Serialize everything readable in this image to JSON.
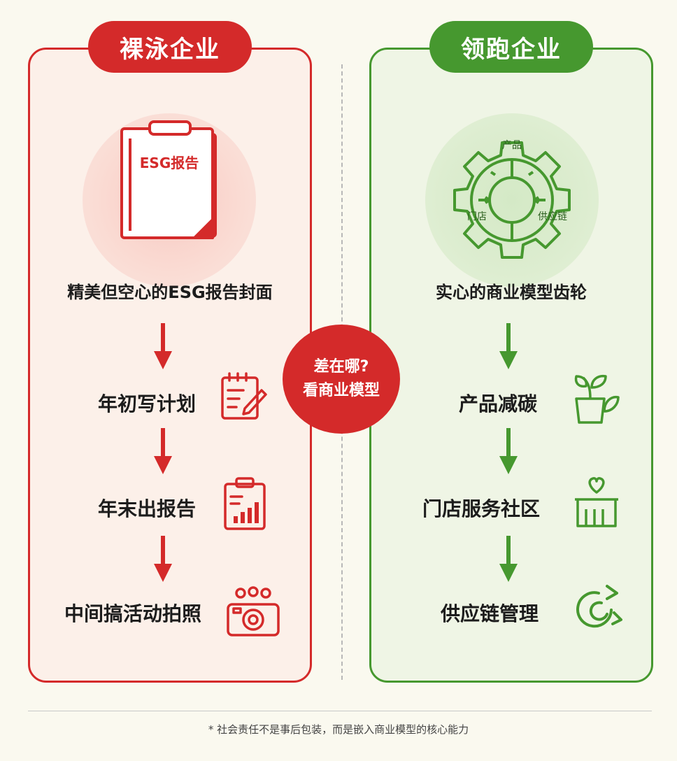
{
  "left": {
    "title": "裸泳企业",
    "doc_label": "ESG报告",
    "main_label": "精美但空心的ESG报告封面",
    "steps": [
      "年初写计划",
      "年末出报告",
      "中间搞活动拍照"
    ]
  },
  "right": {
    "title": "领跑企业",
    "gear_labels": [
      "产品",
      "门店",
      "供应链"
    ],
    "main_label": "实心的商业模型齿轮",
    "steps": [
      "产品减碳",
      "门店服务社区",
      "供应链管理"
    ]
  },
  "center": {
    "line1": "差在哪?",
    "line2": "看商业模型"
  },
  "footnote": "* 社会责任不是事后包装，而是嵌入商业模型的核心能力",
  "colors": {
    "red": "#d42a2a",
    "green": "#46982f"
  }
}
